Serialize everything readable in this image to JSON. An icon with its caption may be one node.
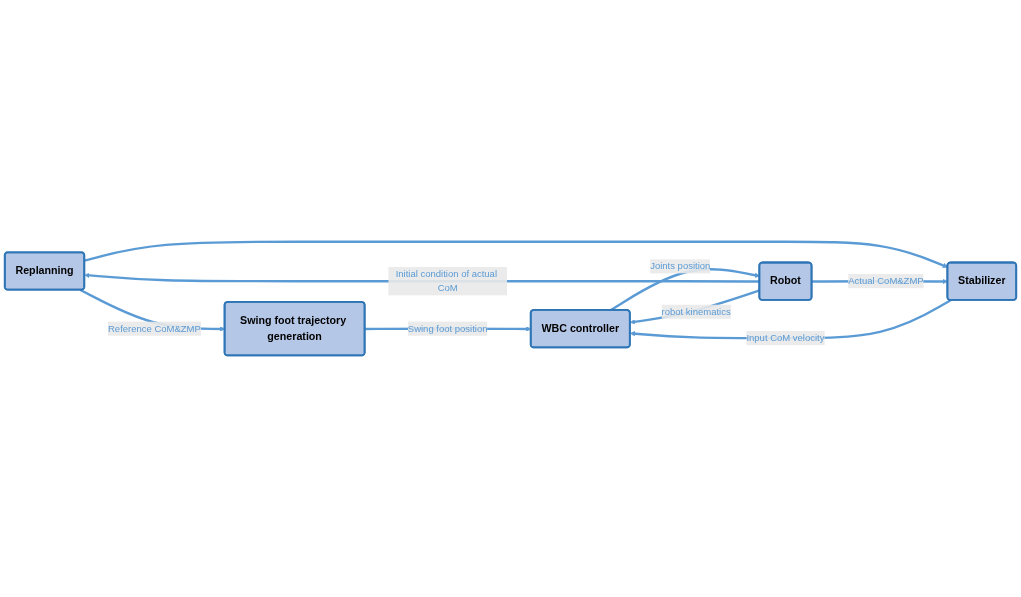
{
  "diagram": {
    "nodes": [
      {
        "text": [
          "Replanning"
        ]
      },
      {
        "text": [
          "Swing foot trajectory generation"
        ]
      },
      {
        "text": [
          "Stabilizer"
        ]
      },
      {
        "text": [
          "WBC controller"
        ]
      },
      {
        "text": [
          "Robot"
        ]
      }
    ],
    "edges": [
      {
        "from": 4,
        "to": 0,
        "arrow": "to",
        "label": "Initial condition of actual CoM"
      },
      {
        "from": 0,
        "to": 1,
        "arrow": "to",
        "label": "Reference CoM&ZMP"
      },
      {
        "from": 0,
        "to": 2,
        "arrow": "to"
      },
      {
        "from": 1,
        "to": 3,
        "arrow": "to",
        "label": "Swing foot position"
      },
      {
        "from": 2,
        "to": 3,
        "arrow": "to",
        "label": "Input CoM velocity"
      },
      {
        "from": 3,
        "to": 4,
        "arrow": "to",
        "label": "Joints position"
      },
      {
        "from": 4,
        "to": 3,
        "arrow": "to",
        "label": "robot kinematics"
      },
      {
        "from": 4,
        "to": 2,
        "arrow": "to",
        "label": "Actual CoM&ZMP"
      }
    ]
  }
}
